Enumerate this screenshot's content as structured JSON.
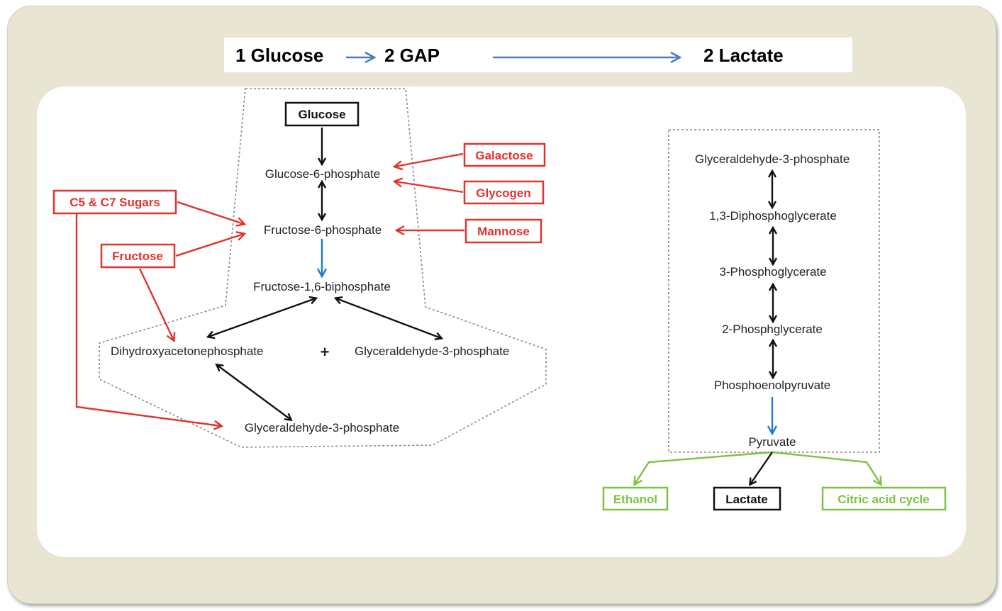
{
  "header": {
    "glucose": "1 Glucose",
    "gap": "2 GAP",
    "lactate": "2 Lactate"
  },
  "upper_glycolysis": {
    "glucose_box": "Glucose",
    "glucose_6_phosphate": "Glucose-6-phosphate",
    "fructose_6_phosphate": "Fructose-6-phosphate",
    "fructose_1_6_biphosphate": "Fructose-1,6-biphosphate",
    "dihydroxyacetonephosphate": "Dihydroxyacetonephosphate",
    "plus": "+",
    "glyceraldehyde_3_phosphate_right": "Glyceraldehyde-3-phosphate",
    "glyceraldehyde_3_phosphate_bottom": "Glyceraldehyde-3-phosphate"
  },
  "inputs": {
    "galactose": "Galactose",
    "glycogen": "Glycogen",
    "mannose": "Mannose",
    "c5_c7_sugars": "C5 & C7 Sugars",
    "fructose": "Fructose"
  },
  "lower_glycolysis": {
    "glyceraldehyde_3_phosphate": "Glyceraldehyde-3-phosphate",
    "diphosphoglycerate": "1,3-Diphosphoglycerate",
    "phosphoglycerate_3": "3-Phosphoglycerate",
    "phosphoglycerate_2": "2-Phosphglycerate",
    "phosphoenolpyruvate": "Phosphoenolpyruvate",
    "pyruvate": "Pyruvate"
  },
  "outputs": {
    "ethanol": "Ethanol",
    "lactate": "Lactate",
    "citric_acid_cycle": "Citric acid cycle"
  },
  "colors": {
    "frame": "#e9e5d3",
    "red": "#e0332e",
    "green": "#7dc242",
    "blue": "#1f7bd0",
    "header_arrow": "#4a7fb5"
  }
}
